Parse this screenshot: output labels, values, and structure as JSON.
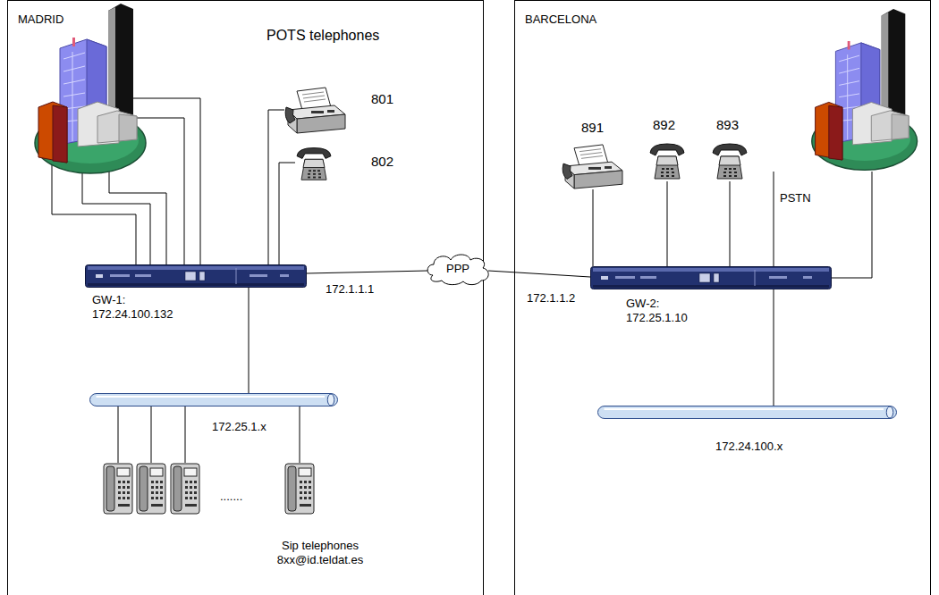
{
  "diagram": {
    "nodes": [
      {
        "text": [
          "MADRID"
        ]
      },
      {
        "text": [
          "801"
        ],
        "in": 0
      },
      {
        "text": [
          "802"
        ],
        "in": 0
      },
      {
        "text": [
          "GW-1: 172.24.100.132"
        ],
        "in": 0
      },
      {
        "text": [
          "172.25.1.x"
        ],
        "in": 0
      },
      {
        "text": [
          "PPP"
        ]
      },
      {
        "text": [
          "BARCELONA"
        ]
      },
      {
        "text": [
          "891"
        ],
        "in": 6
      },
      {
        "text": [
          "892"
        ],
        "in": 6
      },
      {
        "text": [
          "893"
        ],
        "in": 6
      },
      {
        "text": [
          "PSTN"
        ],
        "in": 6
      },
      {
        "text": [
          "GW-2: 172.25.1.10"
        ],
        "in": 6
      },
      {
        "text": [
          "172.24.100.x"
        ],
        "in": 6
      }
    ],
    "edges": [
      {
        "from": 1,
        "to": 3,
        "arrow": "none"
      },
      {
        "from": 2,
        "to": 3,
        "arrow": "none"
      },
      {
        "from": 3,
        "to": 4,
        "arrow": "none"
      },
      {
        "from": 3,
        "to": 5,
        "label": "172.1.1.1",
        "arrow": "none"
      },
      {
        "from": 5,
        "to": 11,
        "label": "172.1.1.2",
        "arrow": "none"
      },
      {
        "from": 7,
        "to": 11,
        "arrow": "none"
      },
      {
        "from": 8,
        "to": 11,
        "arrow": "none"
      },
      {
        "from": 9,
        "to": 11,
        "arrow": "none"
      },
      {
        "from": 10,
        "to": 11,
        "arrow": "none"
      },
      {
        "from": 10,
        "to": 11,
        "arrow": "none"
      },
      {
        "from": 11,
        "to": 12,
        "arrow": "none"
      }
    ],
    "labels": [
      "POTS telephones",
      ".......",
      "Sip telephones 8xx@id.teldat.es"
    ]
  }
}
